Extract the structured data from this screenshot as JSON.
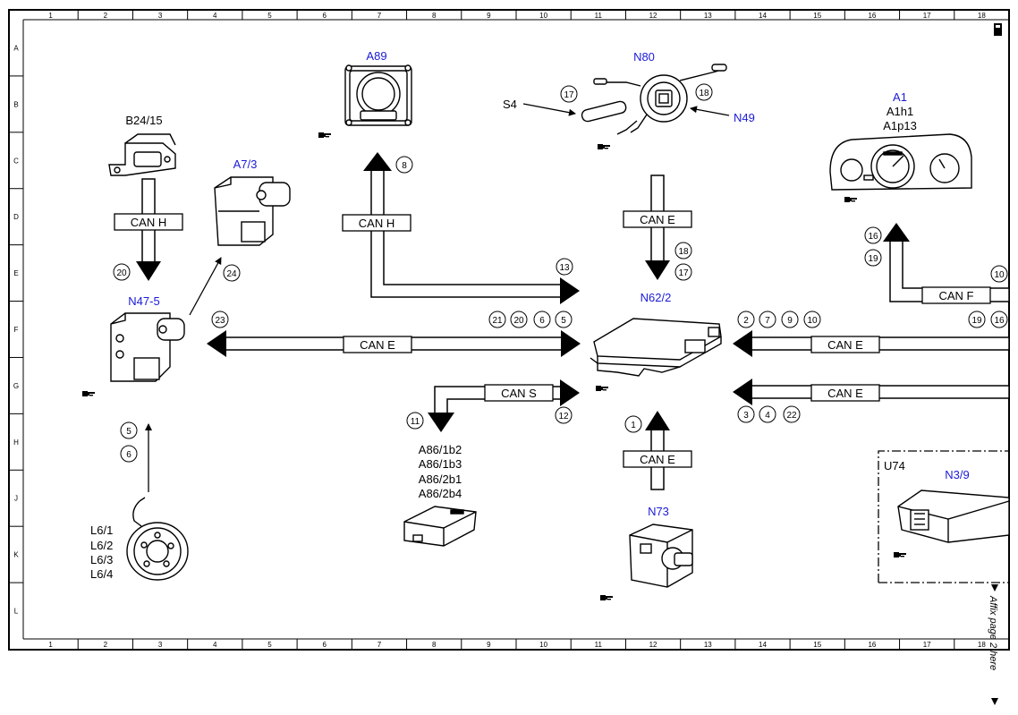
{
  "colors": {
    "ink": "#000000",
    "blue_label": "#1a1ad8",
    "paper": "#ffffff"
  },
  "ruler": {
    "columns": [
      "1",
      "2",
      "3",
      "4",
      "5",
      "6",
      "7",
      "8",
      "9",
      "10",
      "11",
      "12",
      "13",
      "14",
      "15",
      "16",
      "17",
      "18"
    ],
    "rows": [
      "A",
      "B",
      "C",
      "D",
      "E",
      "F",
      "G",
      "H",
      "J",
      "K",
      "L"
    ]
  },
  "components": {
    "a89": "A89",
    "n80": "N80",
    "n49": "N49",
    "s4": "S4",
    "a1": "A1",
    "a1h1": "A1h1",
    "a1p13": "A1p13",
    "b24_15": "B24/15",
    "a7_3": "A7/3",
    "n47_5": "N47-5",
    "n62_2": "N62/2",
    "a86_list": [
      "A86/1b2",
      "A86/1b3",
      "A86/2b1",
      "A86/2b4"
    ],
    "l6_list": [
      "L6/1",
      "L6/2",
      "L6/3",
      "L6/4"
    ],
    "n73": "N73",
    "u74": "U74",
    "n3_9": "N3/9"
  },
  "buses": {
    "b24_can_h": "CAN H",
    "a89_can_h": "CAN H",
    "n80_can_e": "CAN E",
    "a1_can_f": "CAN F",
    "n47_can_e": "CAN E",
    "a86_can_s": "CAN S",
    "right_can_e_1": "CAN E",
    "right_can_e_2": "CAN E",
    "n73_can_e": "CAN E"
  },
  "callouts": {
    "c17_s4": "17",
    "c18_n49": "18",
    "c8": "8",
    "c13": "13",
    "c18_n62": "18",
    "c17_n62": "17",
    "c16_a1": "16",
    "c19_a1": "19",
    "c10_a1": "10",
    "c20": "20",
    "c24": "24",
    "c23": "23",
    "c21": "21",
    "c20b": "20",
    "c6b": "6",
    "c5b": "5",
    "c2": "2",
    "c7": "7",
    "c9": "9",
    "c10b": "10",
    "c19b": "19",
    "c16b": "16",
    "c11": "11",
    "c12": "12",
    "c1": "1",
    "c3": "3",
    "c4": "4",
    "c22": "22",
    "c5_l6": "5",
    "c6_l6": "6"
  },
  "side_note": "Affix page 2 here"
}
